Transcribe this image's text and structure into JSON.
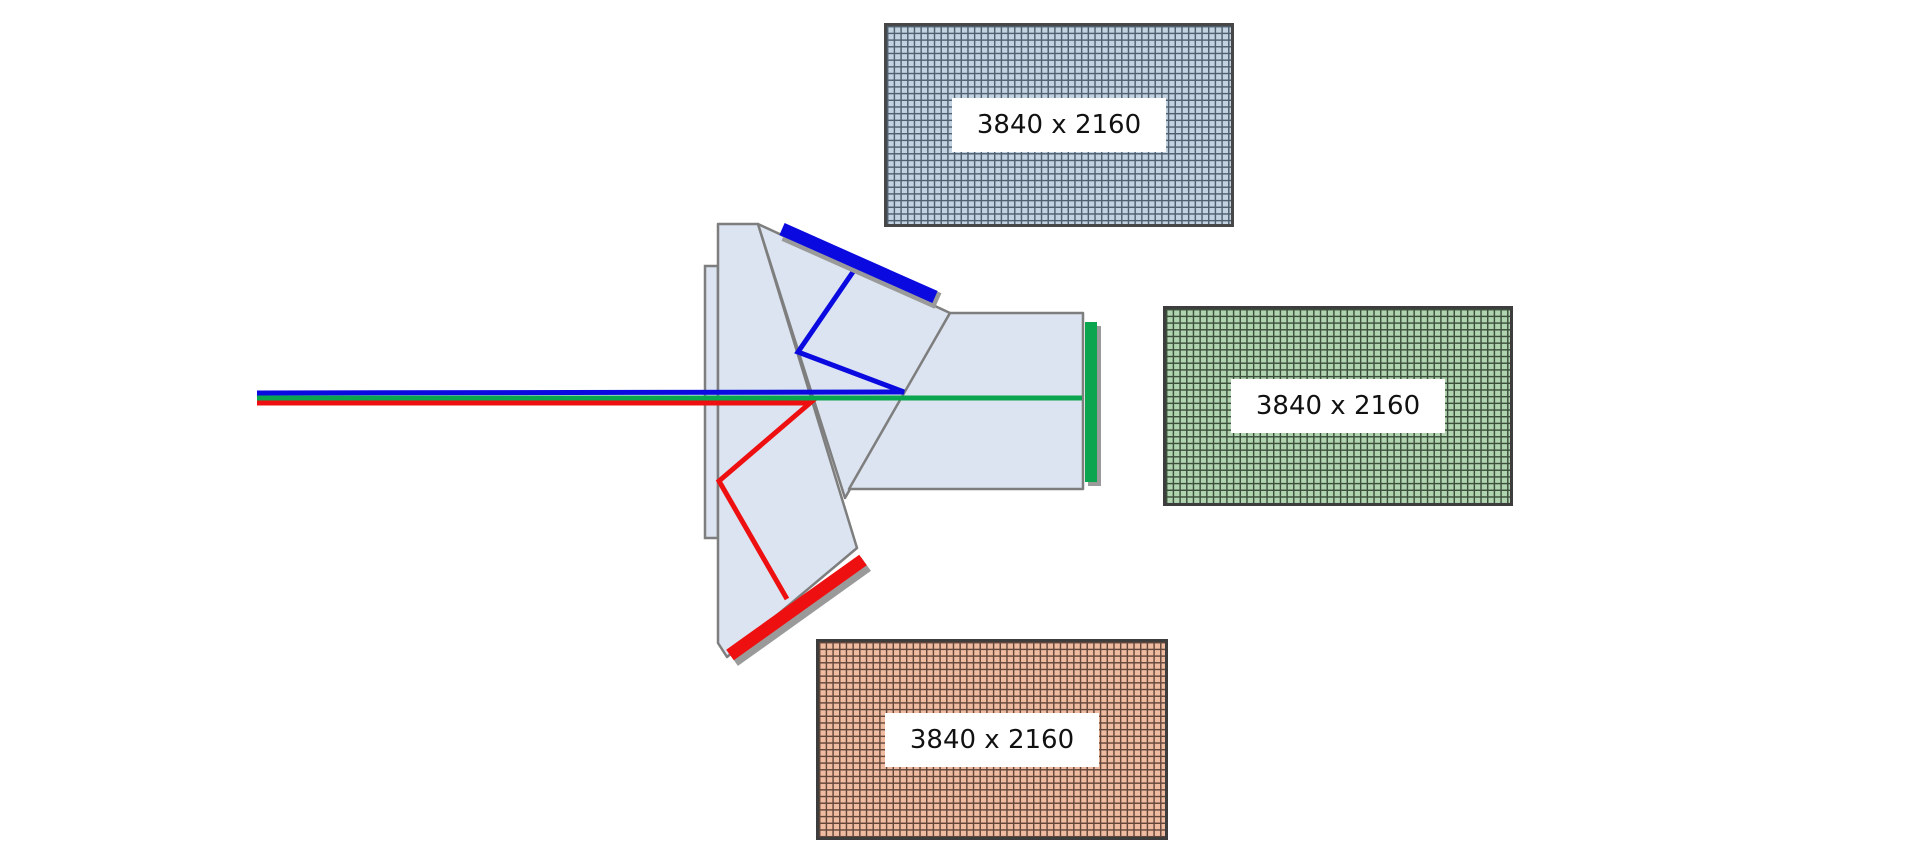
{
  "colors": {
    "ray_blue": "#0a0ae0",
    "ray_green": "#0ba550",
    "ray_red": "#ee1010",
    "prism_fill": "#dce4f1",
    "prism_stroke": "#7e7e7e",
    "bar_shadow": "#9a9a9a"
  },
  "sensors": {
    "top": {
      "label": "3840 x 2160",
      "fill": "#c3d2e0",
      "grid_line": "#4f6070",
      "border": "#474747"
    },
    "right": {
      "label": "3840 x 2160",
      "fill": "#b0d4b0",
      "grid_line": "#3b4f3b",
      "border": "#3d3d3d"
    },
    "bottom": {
      "label": "3840 x 2160",
      "fill": "#f0bca1",
      "grid_line": "#63463a",
      "border": "#3d3d3d"
    }
  }
}
